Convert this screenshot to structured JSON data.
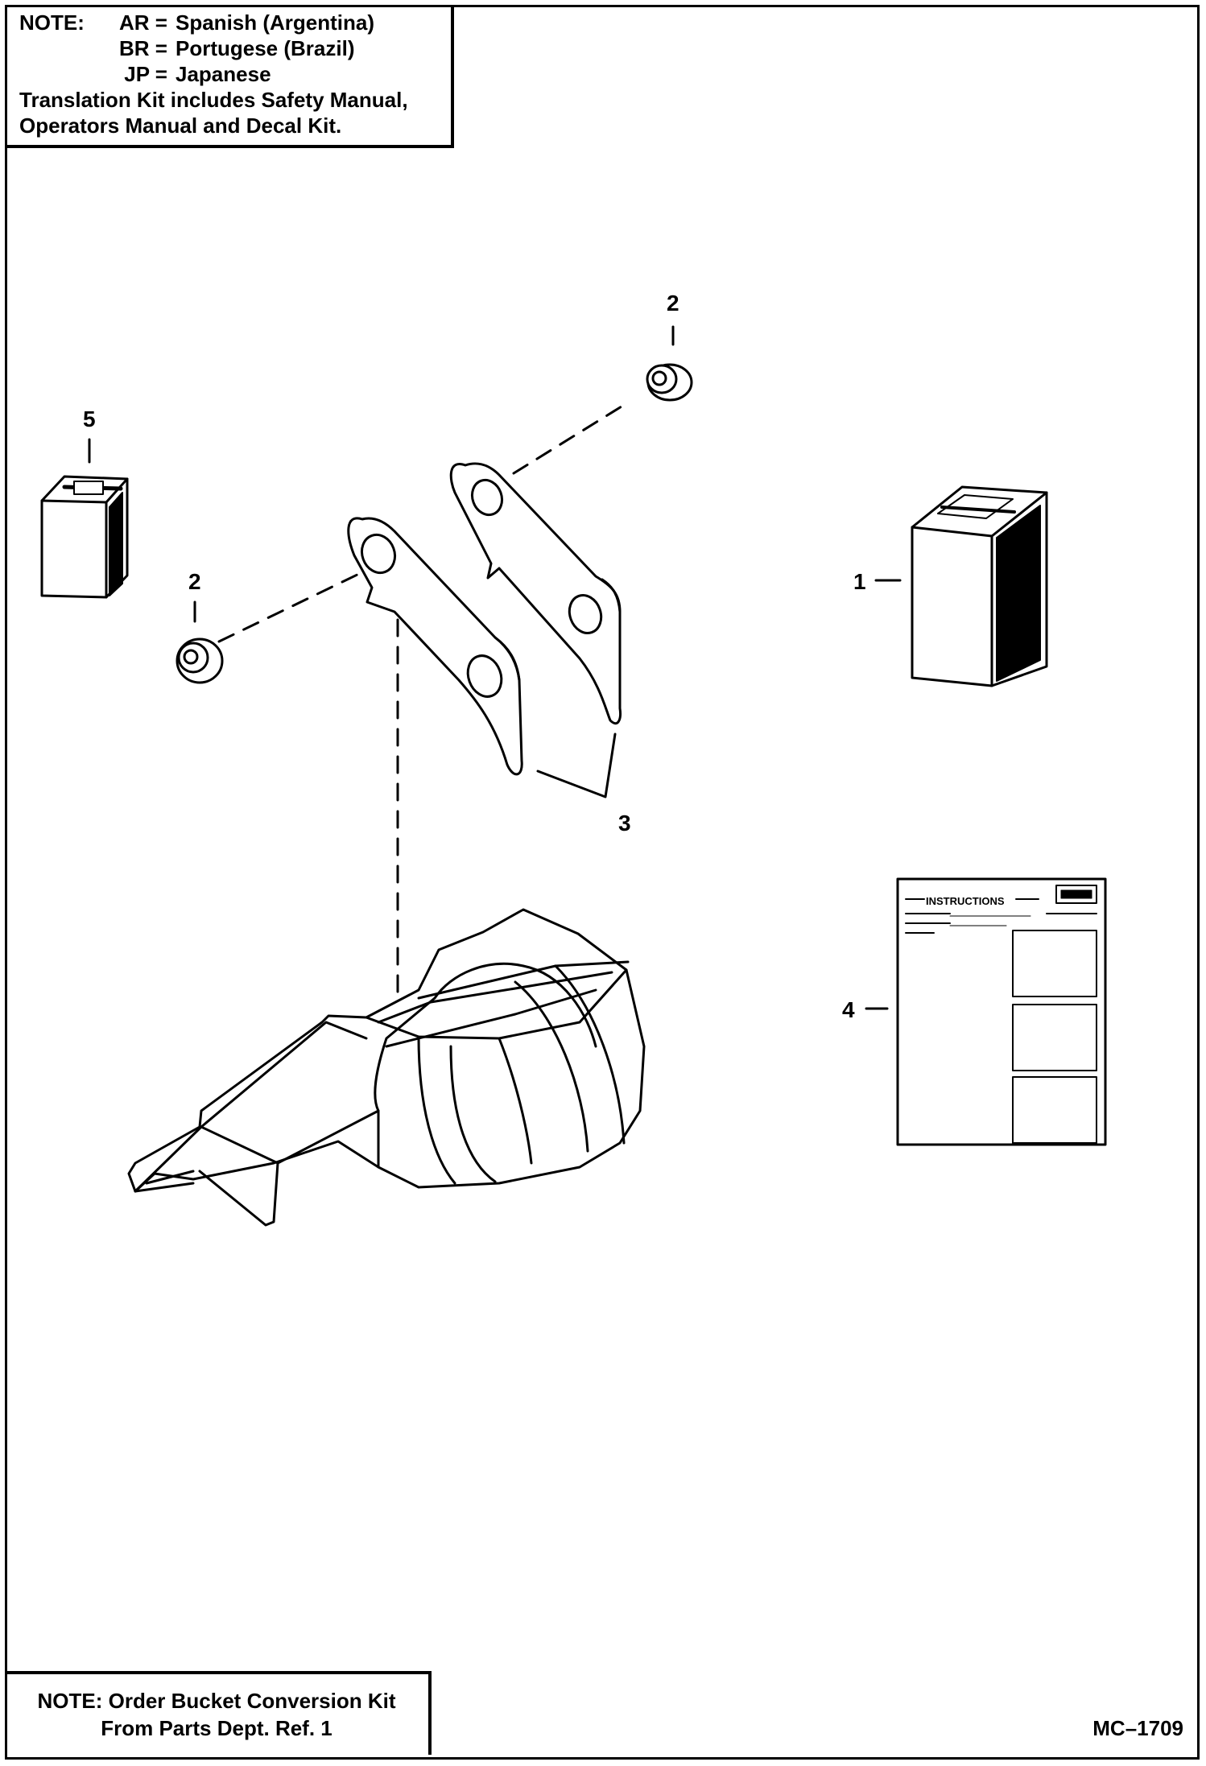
{
  "note_top": {
    "prefix": "NOTE:",
    "rows": [
      {
        "code": "AR =",
        "language": "Spanish (Argentina)"
      },
      {
        "code": "BR =",
        "language": "Portugese (Brazil)"
      },
      {
        "code": "JP =",
        "language": "Japanese"
      }
    ],
    "line4": "Translation Kit includes Safety Manual,",
    "line5": "Operators Manual and Decal Kit."
  },
  "note_bottom": {
    "line1": "NOTE: Order Bucket Conversion Kit",
    "line2": "From Parts Dept. Ref. 1"
  },
  "drawing_ref": "MC–1709",
  "callouts": {
    "c1": "1",
    "c2a": "2",
    "c2b": "2",
    "c3": "3",
    "c4": "4",
    "c5": "5"
  },
  "sheet": {
    "title": "INSTRUCTIONS"
  }
}
